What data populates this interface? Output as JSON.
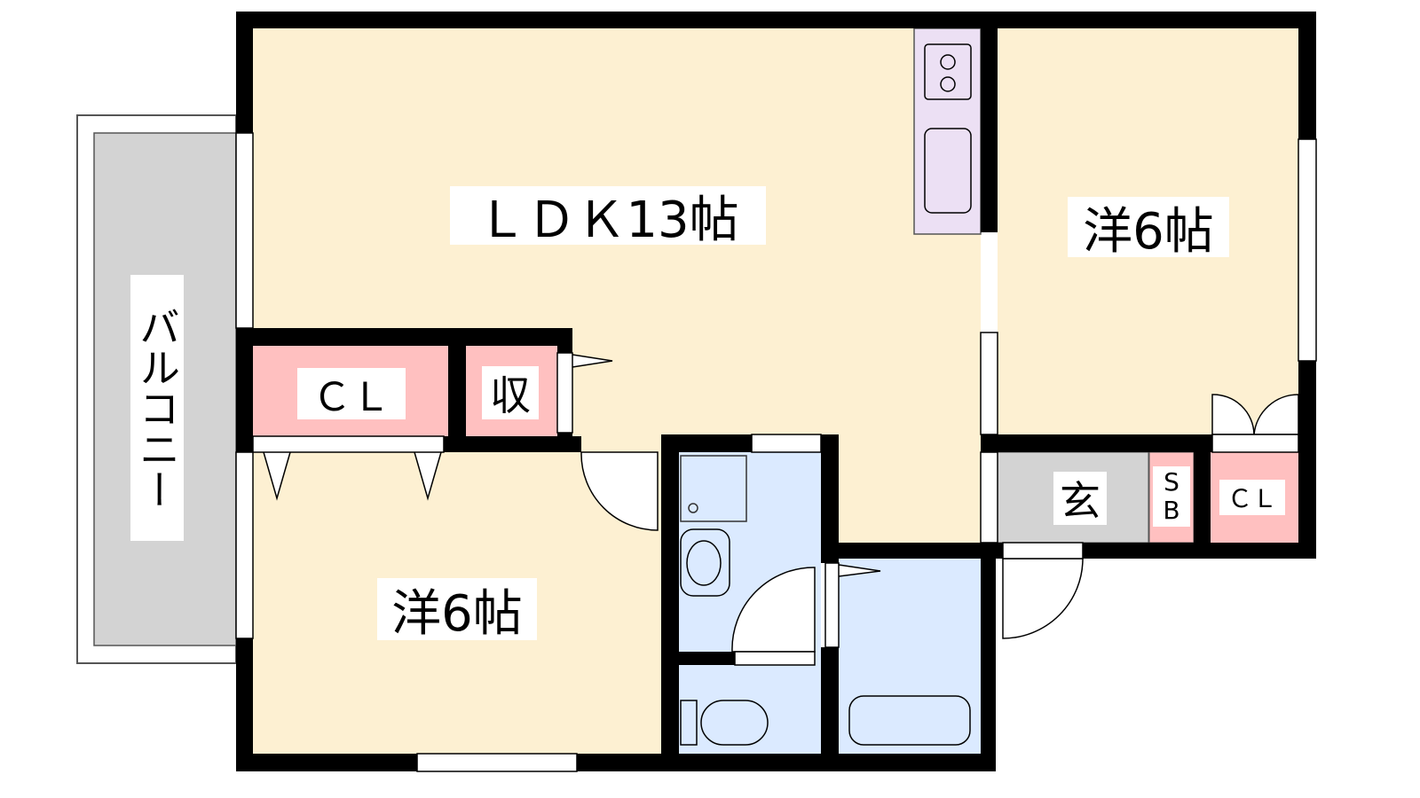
{
  "rooms": {
    "ldk": "ＬＤＫ13帖",
    "western_right": "洋6帖",
    "western_left": "洋6帖",
    "closet_left": "ＣＬ",
    "storage": "収",
    "entrance": "玄",
    "shoe_box_1": "S",
    "shoe_box_2": "B",
    "closet_right": "ＣＬ",
    "balcony": "バルコニー"
  },
  "colors": {
    "room": "#fdf0d2",
    "closet": "#ffc0c0",
    "wet": "#dbeaff",
    "kitchen": "#ece0f4",
    "entrance": "#d3d3d3",
    "wall": "#000000"
  }
}
